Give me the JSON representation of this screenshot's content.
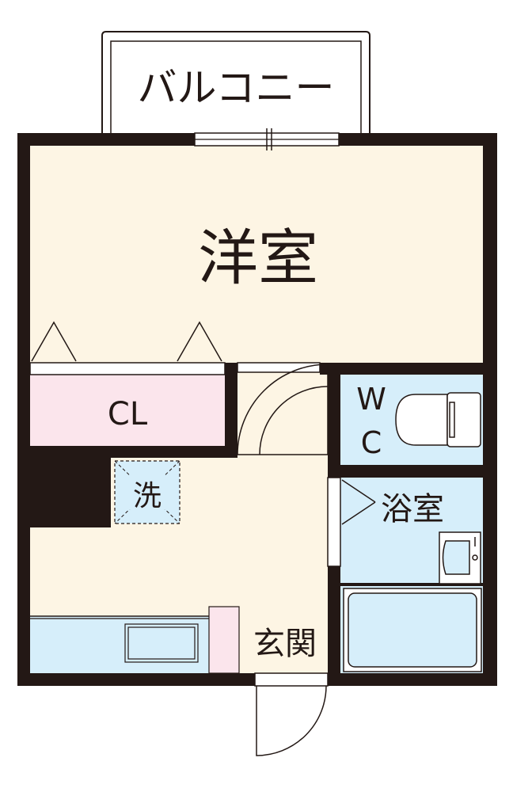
{
  "floorplan": {
    "rooms": {
      "balcony": "バルコニー",
      "western_room": "洋室",
      "closet": "CL",
      "washer": "洗",
      "toilet_line1": "W",
      "toilet_line2": "C",
      "bathroom": "浴室",
      "entrance": "玄関"
    },
    "colors": {
      "wall": "#231815",
      "floor": "#fdf5e4",
      "closet": "#fbe5ec",
      "water_area": "#d6eefa",
      "balcony": "#ffffff"
    }
  }
}
